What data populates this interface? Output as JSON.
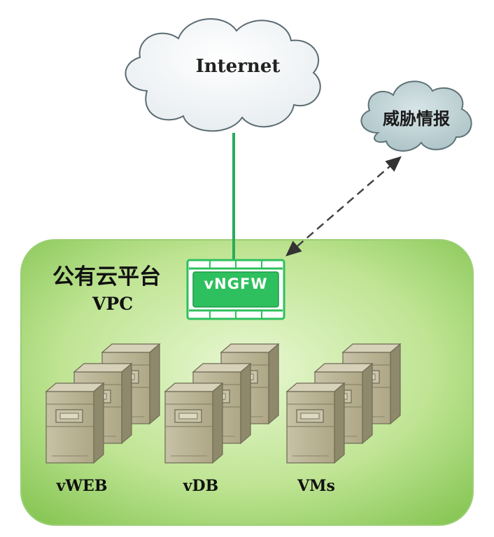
{
  "internet": {
    "label": "Internet"
  },
  "threat_intel": {
    "label": "威胁情报"
  },
  "platform": {
    "title": "公有云平台",
    "subtitle": "VPC"
  },
  "firewall": {
    "label": "vNGFW"
  },
  "server_groups": [
    {
      "label": "vWEB"
    },
    {
      "label": "vDB"
    },
    {
      "label": "VMs"
    }
  ],
  "colors": {
    "vpc_fill_light": "#d6efb6",
    "vpc_fill_dark": "#8cc95a",
    "internet_link": "#2aab5c",
    "firewall_green": "#2ec05e",
    "cloud_internet": "#ffffff",
    "cloud_threat": "#bfd3d6",
    "server_body": "#b7b093",
    "server_side": "#8e8869",
    "dashed_link": "#444444"
  }
}
